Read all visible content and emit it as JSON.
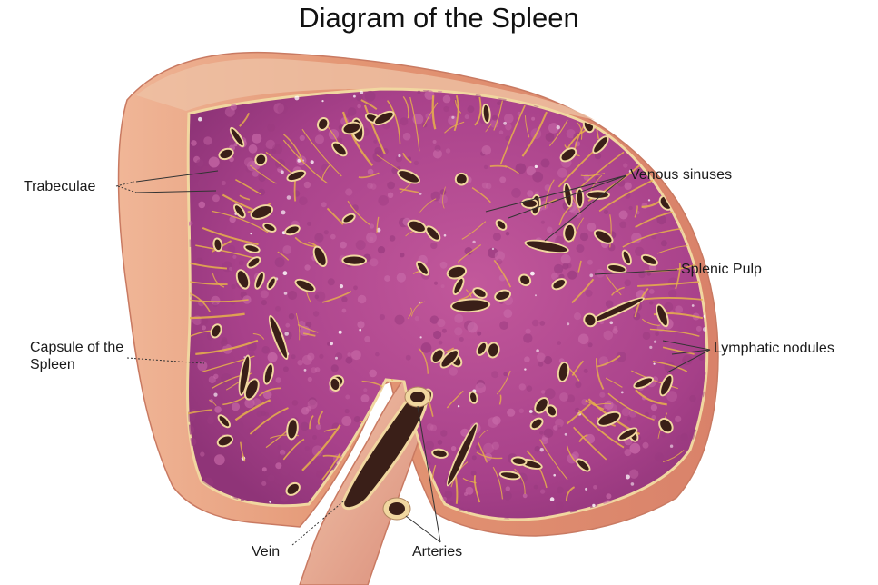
{
  "title": "Diagram of the Spleen",
  "labels": {
    "trabeculae": "Trabeculae",
    "capsule": "Capsule of the Spleen",
    "venous_sinuses": "Venous sinuses",
    "splenic_pulp": "Splenic Pulp",
    "lymphatic_nodules": "Lymphatic nodules",
    "vein": "Vein",
    "arteries": "Arteries"
  },
  "colors": {
    "pulp": "#b34b8f",
    "capsule": "#e8a07e",
    "trabeculae": "#e8b24a",
    "sinus": "#3a1f18",
    "leader": "#333333"
  }
}
